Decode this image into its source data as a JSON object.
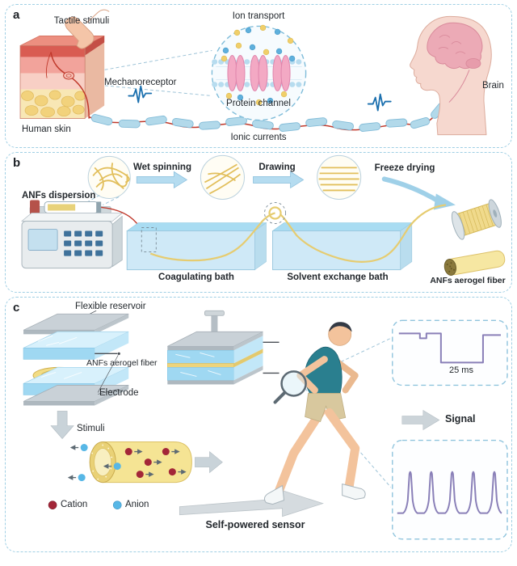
{
  "panels": {
    "a": {
      "label": "a",
      "labels": {
        "tactile_stimuli": "Tactile stimuli",
        "ion_transport": "Ion transport",
        "mechanoreceptor": "Mechanoreceptor",
        "protein_channel": "Protein channel",
        "human_skin": "Human skin",
        "brain": "Brain",
        "ionic_currents": "Ionic currents"
      }
    },
    "b": {
      "label": "b",
      "labels": {
        "anfs_dispersion": "ANFs dispersion",
        "wet_spinning": "Wet spinning",
        "drawing": "Drawing",
        "freeze_drying": "Freeze drying",
        "coagulating_bath": "Coagulating bath",
        "solvent_exchange_bath": "Solvent exchange bath",
        "anfs_aerogel_fiber": "ANFs aerogel fiber"
      }
    },
    "c": {
      "label": "c",
      "labels": {
        "flexible_reservoir": "Flexible reservoir",
        "anfs_aerogel_fiber": "ANFs aerogel fiber",
        "electrode": "Electrode",
        "stimuli": "Stimuli",
        "cation": "Cation",
        "anion": "Anion",
        "self_powered_sensor": "Self-powered sensor",
        "signal": "Signal",
        "response_time": "25 ms"
      }
    }
  },
  "colors": {
    "panel_border": "#9fcfe4",
    "ion_blue": "#5fb0dc",
    "ion_yellow": "#f0cf6a",
    "cation_red": "#a32638",
    "anion_blue": "#57b7e6",
    "fiber_yellow": "#f2dc84",
    "bath_blue": "#cfe9f7",
    "waveform_purple": "#8a80b8",
    "pulse_signal_blue": "#1a6fae",
    "nerve_red": "#c0392b",
    "arrow_gray": "#c9d3d9",
    "shirt_teal": "#2a7f8f"
  }
}
